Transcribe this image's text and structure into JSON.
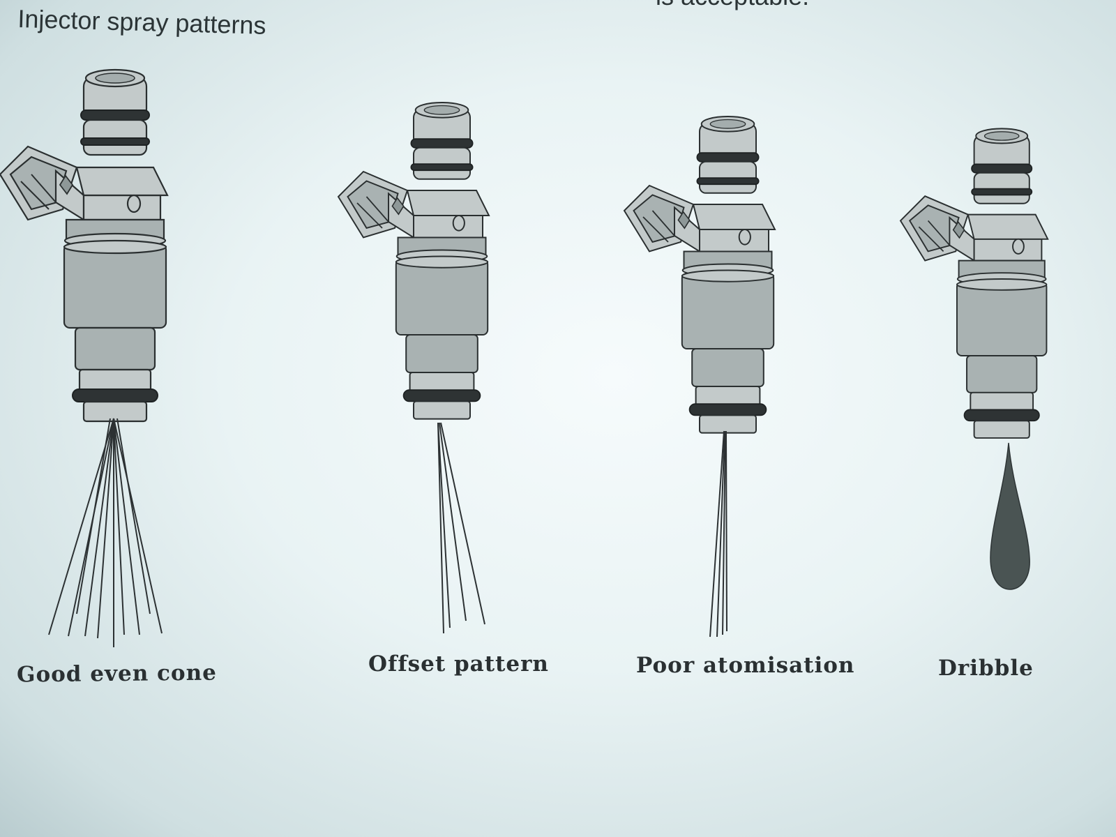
{
  "header": {
    "title": "Injector spray patterns",
    "cut_off_text": "is acceptable."
  },
  "patterns": [
    {
      "label": "Good even cone"
    },
    {
      "label": "Offset pattern"
    },
    {
      "label": "Poor atomisation"
    },
    {
      "label": "Dribble"
    }
  ],
  "colors": {
    "paper": "#e9f3f4",
    "ink": "#2a3032",
    "injector_fill": "#a9b2b2"
  }
}
